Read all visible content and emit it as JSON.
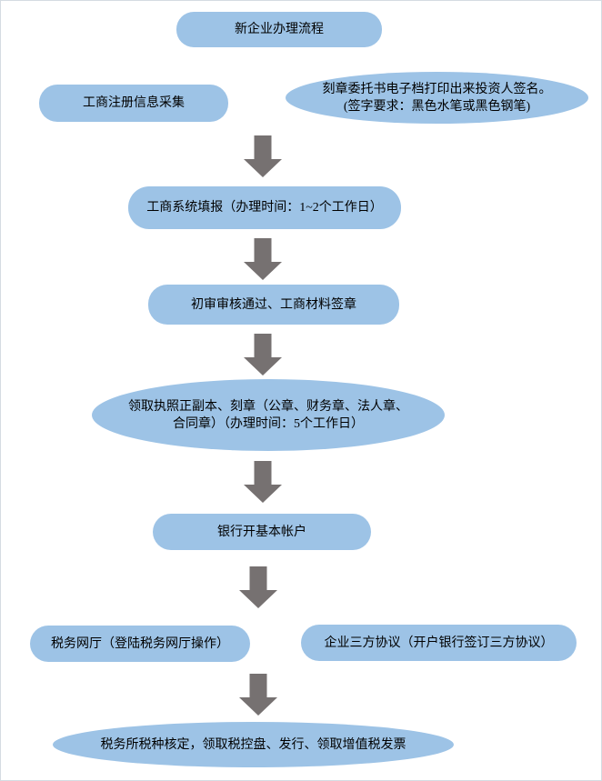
{
  "title": "新企业办理流程",
  "colors": {
    "node_fill": "#9DC3E6",
    "arrow_fill": "#767171",
    "page_border": "#D5DBE2",
    "text_color": "#000000"
  },
  "flowchart": {
    "type": "flowchart",
    "direction": "top-down",
    "nodes": [
      {
        "id": "start",
        "label": "新企业办理流程"
      },
      {
        "id": "biz-info",
        "label": "工商注册信息采集"
      },
      {
        "id": "seal-letter",
        "line1": "刻章委托书电子档打印出来投资人签名。",
        "line2": "(签字要求：黑色水笔或黑色钢笔)"
      },
      {
        "id": "fill-system",
        "label": "工商系统填报（办理时间：1~2个工作日）"
      },
      {
        "id": "review",
        "label": "初审审核通过、工商材料签章"
      },
      {
        "id": "license",
        "line1": "领取执照正副本、刻章（公章、财务章、法人章、",
        "line2": "合同章）（办理时间：5个工作日）"
      },
      {
        "id": "bank",
        "label": "银行开基本帐户"
      },
      {
        "id": "tax-portal",
        "label": "税务网厅（登陆税务网厅操作）"
      },
      {
        "id": "tri-agreement",
        "label": "企业三方协议（开户银行签订三方协议）"
      },
      {
        "id": "final",
        "label": "税务所税种核定，领取税控盘、发行、领取增值税发票"
      }
    ],
    "arrows": [
      {
        "from": "start-row",
        "to": "fill-system"
      },
      {
        "from": "fill-system",
        "to": "review"
      },
      {
        "from": "review",
        "to": "license"
      },
      {
        "from": "license",
        "to": "bank"
      },
      {
        "from": "bank",
        "to": "tax-row"
      },
      {
        "from": "tax-row",
        "to": "final"
      }
    ]
  }
}
